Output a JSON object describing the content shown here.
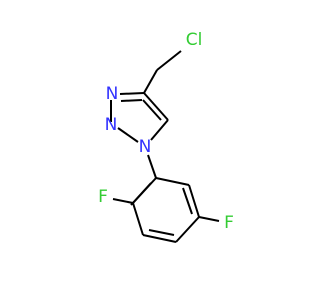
{
  "molecule": {
    "atom_labels": {
      "cl": "Cl",
      "n_n2": "N",
      "n_n3": "N",
      "n_n1": "N",
      "f_ortho": "F",
      "f_meta": "F"
    },
    "colors": {
      "bond": "#000000",
      "chlorine": "#33cc33",
      "nitrogen": "#3333ff",
      "fluorine": "#33cc33"
    }
  }
}
